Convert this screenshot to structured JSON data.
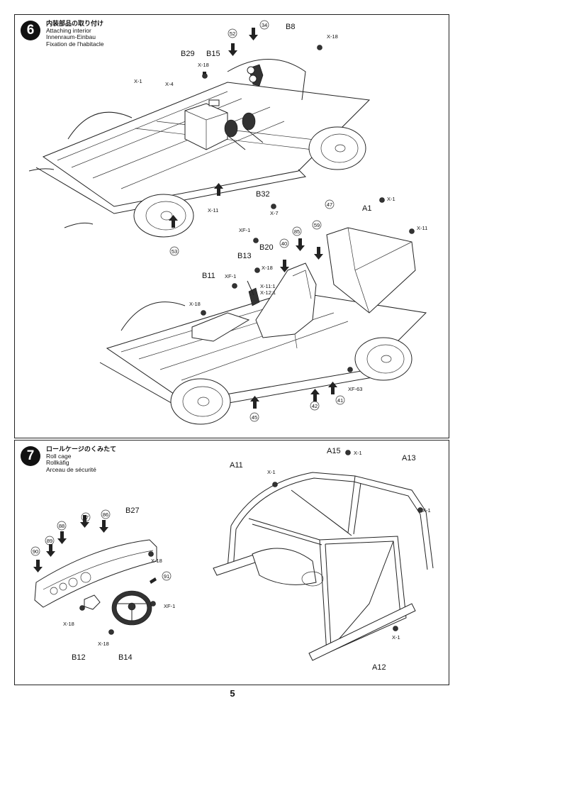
{
  "page_number": "5",
  "step6": {
    "number": "6",
    "title_jp": "内装部品の取り付け",
    "title_en": "Attaching interior",
    "title_de": "Innenraum-Einbau",
    "title_fr": "Fixation de l'habitacle",
    "labels": {
      "B29": "B29",
      "B15": "B15",
      "B8": "B8",
      "B32": "B32",
      "A1": "A1",
      "B20": "B20",
      "B13": "B13",
      "B11": "B11",
      "X1a": "X-1",
      "X4": "X-4",
      "X18a": "X-18",
      "X18b": "X-18",
      "X11a": "X-11",
      "X7": "X-7",
      "X1b": "X-1",
      "X11b": "X-11",
      "XF1a": "XF-1",
      "X18c": "X-18",
      "XF1b": "XF-1",
      "X11_1": "X-11:1",
      "X12_1": "X-12:1",
      "X18d": "X-18",
      "XF63": "XF-63"
    },
    "circled": {
      "c52": "52",
      "c34": "34",
      "c53": "53",
      "c47": "47",
      "c85": "85",
      "c59": "59",
      "c40": "40",
      "c45": "45",
      "c42": "42",
      "c41": "41"
    }
  },
  "step7": {
    "number": "7",
    "title_jp": "ロールケージのくみたて",
    "title_en": "Roll cage",
    "title_de": "Rollkäfig",
    "title_fr": "Arceau de sécurité",
    "labels": {
      "A11": "A11",
      "A15": "A15",
      "A13": "A13",
      "A12": "A12",
      "B27": "B27",
      "B12": "B12",
      "B14": "B14",
      "X1a": "X-1",
      "X1b": "X-1",
      "X1c": "X-1",
      "X1d": "X-1",
      "X18a": "X-18",
      "X18b": "X-18",
      "X18c": "X-18",
      "XF1": "XF-1"
    },
    "circled": {
      "c87": "87",
      "c86": "86",
      "c88": "88",
      "c89": "89",
      "c90": "90",
      "c91": "91"
    }
  }
}
